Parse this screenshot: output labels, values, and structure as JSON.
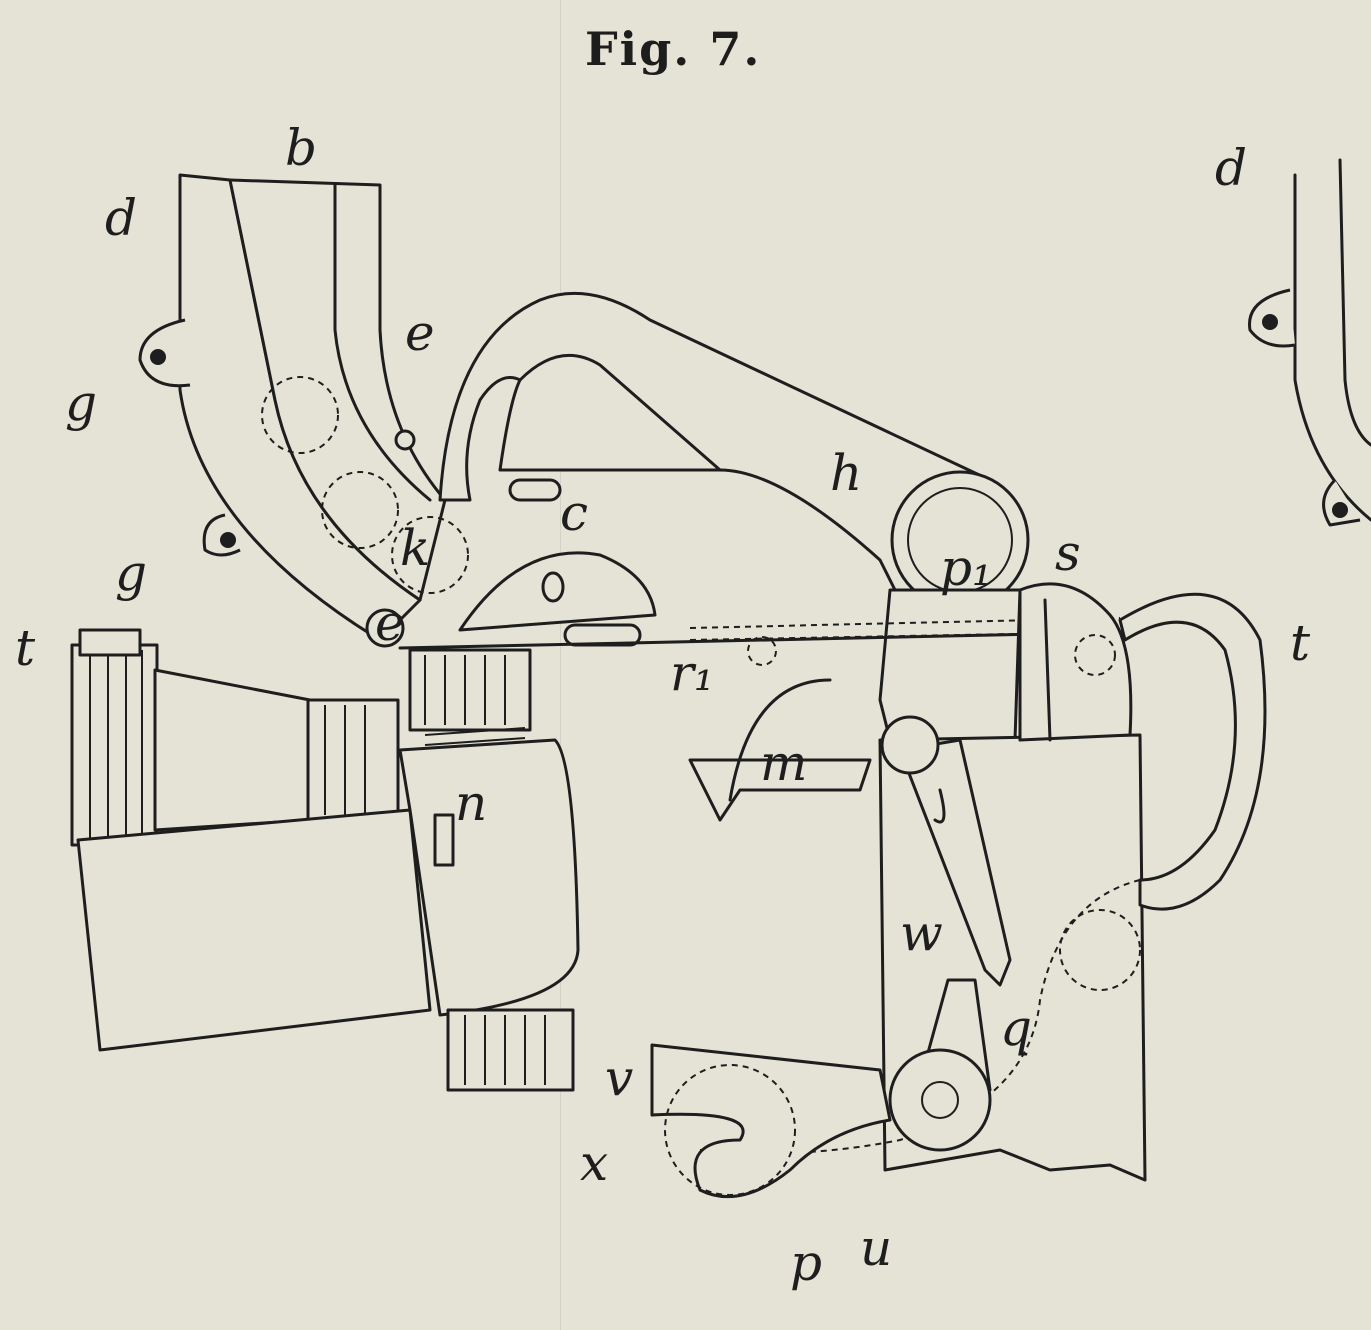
{
  "figure": {
    "title": "Fig. 7.",
    "labels": {
      "b": "b",
      "d": "d",
      "e": "e",
      "g_upper": "g",
      "g_lower": "g",
      "t_left": "t",
      "c": "c",
      "h": "h",
      "k": "k",
      "pivot_e": "e",
      "p1": "p₁",
      "s": "s",
      "t_right": "t",
      "r1": "r₁",
      "m": "m",
      "n": "n",
      "w": "w",
      "q": "q",
      "v": "v",
      "x": "x",
      "p": "p",
      "u": "u",
      "d_right": "d"
    }
  },
  "colors": {
    "paper": "#e4e3d6",
    "ink": "#1e1e1e"
  }
}
